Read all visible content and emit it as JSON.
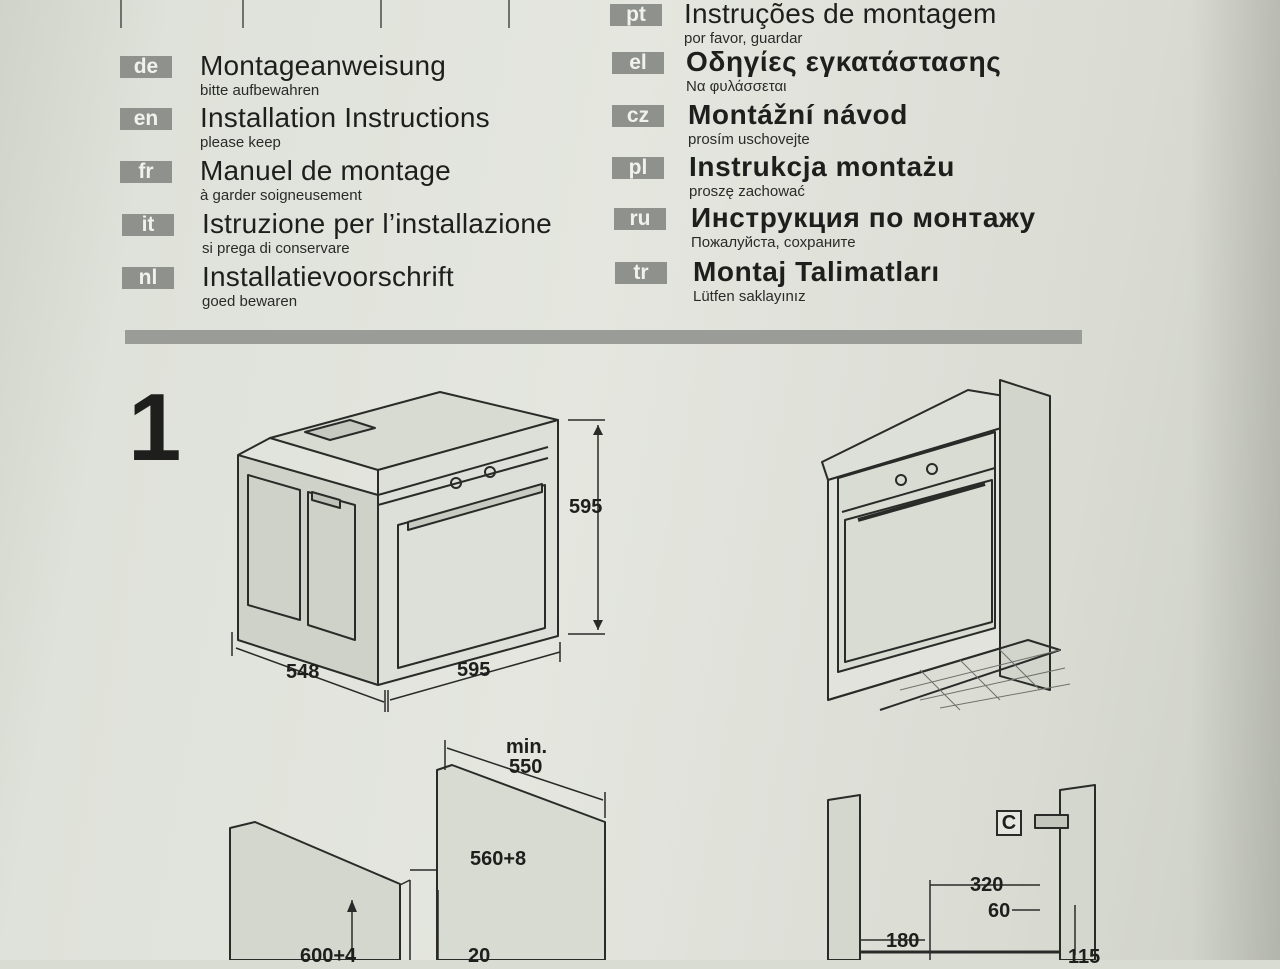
{
  "languages_left": [
    {
      "code": "de",
      "title": "Montageanweisung",
      "subtitle": "bitte aufbewahren"
    },
    {
      "code": "en",
      "title": "Installation Instructions",
      "subtitle": "please keep"
    },
    {
      "code": "fr",
      "title": "Manuel de montage",
      "subtitle": "à garder soigneusement"
    },
    {
      "code": "it",
      "title": "Istruzione per l’installazione",
      "subtitle": "si prega di conservare"
    },
    {
      "code": "nl",
      "title": "Installatievoorschrift",
      "subtitle": "goed bewaren"
    }
  ],
  "languages_right": [
    {
      "code": "pt",
      "title": "Instruções de montagem",
      "subtitle": "por favor, guardar"
    },
    {
      "code": "el",
      "title": "Οδηγίες εγκατάστασης",
      "subtitle": "Να φυλάσσεται"
    },
    {
      "code": "cz",
      "title": "Montážní návod",
      "subtitle": "prosím uschovejte"
    },
    {
      "code": "pl",
      "title": "Instrukcja montażu",
      "subtitle": "proszę zachować"
    },
    {
      "code": "ru",
      "title": "Инструкция по монтажу",
      "subtitle": "Пожалуйста, сохраните"
    },
    {
      "code": "tr",
      "title": "Montaj Talimatları",
      "subtitle": "Lütfen saklayınız"
    }
  ],
  "step": {
    "number": "1"
  },
  "dimensions": {
    "height": "595",
    "depth": "548",
    "width": "595",
    "min_label": "min.",
    "min_value": "550",
    "niche_width": "560+8",
    "niche_height": "600+4",
    "gap": "20",
    "c_label": "C",
    "d320": "320",
    "d60": "60",
    "d180": "180",
    "d115": "115"
  },
  "colors": {
    "paper": "#e4e6df",
    "badge": "#8e918c",
    "rule": "#9a9c97",
    "ink": "#1e1f1d"
  }
}
